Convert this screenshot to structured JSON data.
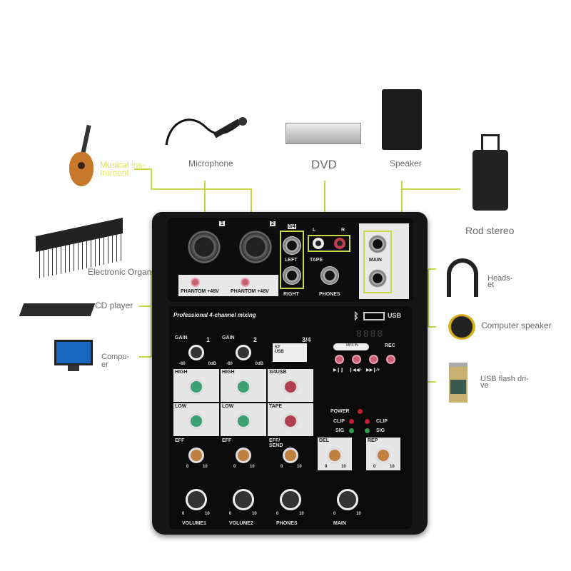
{
  "devices": {
    "musical_instrument": "Musical ins-\ntrument",
    "microphone": "Microphone",
    "dvd": "DVD",
    "speaker": "Speaker",
    "rod_stereo": "Rod stereo",
    "electronic_organ": "Electronic Organ",
    "cd_player": "CD player",
    "computer": "Compu-\ner",
    "headset": "Heads-\net",
    "computer_speaker": "Computer speaker",
    "usb_flash_drive": "USB flash dri-\nve"
  },
  "mixer": {
    "ch1": "1",
    "ch2": "2",
    "ch34": "3/4",
    "left": "LEFT",
    "right": "RIGHT",
    "tape": "TAPE",
    "l": "L",
    "r": "R",
    "main": "MAIN",
    "phones": "PHONES",
    "phantom": "PHANTOM",
    "plus48v": "+48V",
    "title": "Professional 4-channel mixing",
    "usb": "USB",
    "display": "8888",
    "gain": "GAIN",
    "high": "HIGH",
    "low": "LOW",
    "eff": "EFF",
    "eff_send": "EFF/\nSEND",
    "usb34": "3/4USB",
    "tape_knob": "TAPE",
    "st": "ST",
    "usb_sel": "USB",
    "mp3in": "MP3 IN",
    "rec": "REC",
    "power": "POWER",
    "clip": "CLIP",
    "sig": "SIG",
    "del": "DEL",
    "rep": "REP",
    "volume1": "VOLUME1",
    "volume2": "VOLUME2",
    "phones_knob": "PHONES",
    "main_knob": "MAIN",
    "zero": "0",
    "ten": "10",
    "gain_min": "-60",
    "gain_max": "0dB",
    "play": "▶❙❙",
    "prev": "❙◀◀/-",
    "next": "▶▶❙/+"
  },
  "colors": {
    "wire": "#c8d84a",
    "eq": "#3aa070",
    "tape": "#b04050",
    "eff": "#c08040"
  }
}
